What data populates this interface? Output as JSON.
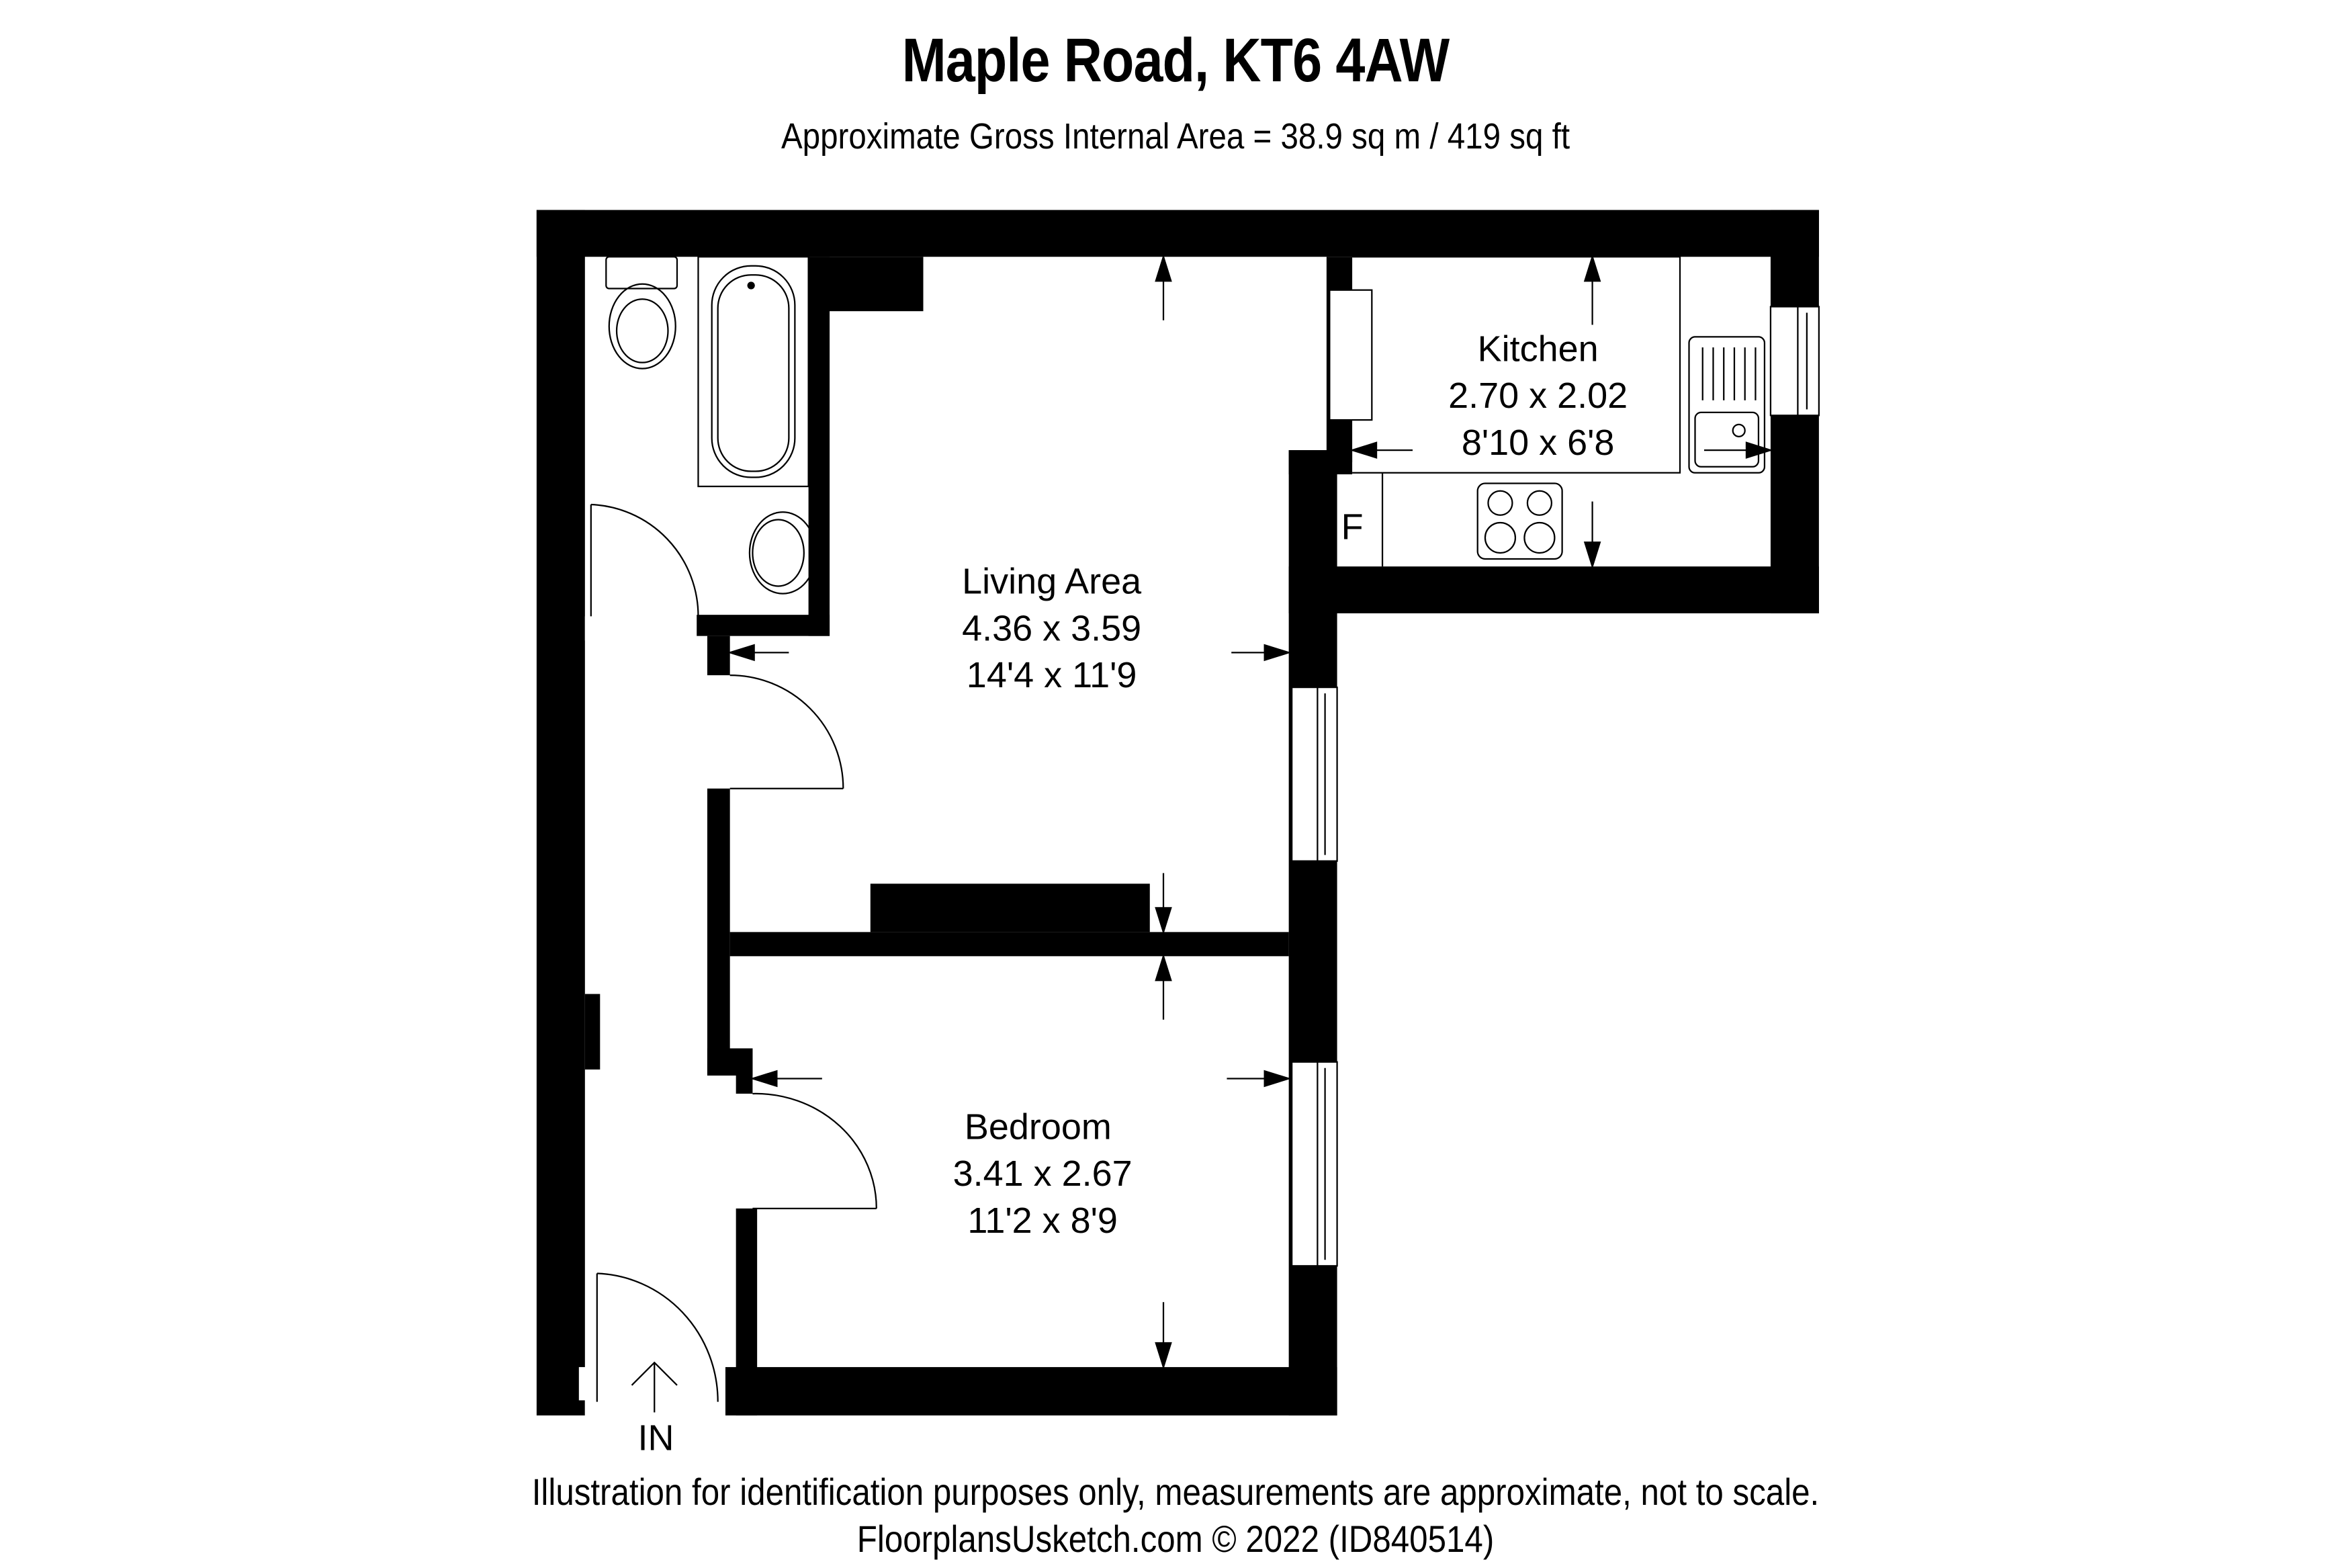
{
  "header": {
    "title": "Maple Road, KT6 4AW",
    "subtitle": "Approximate Gross Internal Area = 38.9 sq m / 419 sq ft"
  },
  "rooms": {
    "kitchen": {
      "name": "Kitchen",
      "metric": "2.70 x 2.02",
      "imperial": "8'10 x 6'8"
    },
    "living": {
      "name": "Living Area",
      "metric": "4.36 x 3.59",
      "imperial": "14'4 x 11'9"
    },
    "bedroom": {
      "name": "Bedroom",
      "metric": "3.41 x 2.67",
      "imperial": "11'2 x 8'9"
    }
  },
  "fixtures": {
    "fridge_label": "F",
    "entrance_label": "IN"
  },
  "footer": {
    "disclaimer": "Illustration for identification purposes only, measurements are approximate, not to scale.",
    "credit": "FloorplansUsketch.com © 2022 (ID840514)"
  },
  "colors": {
    "wall": "#000000",
    "background": "#ffffff"
  }
}
